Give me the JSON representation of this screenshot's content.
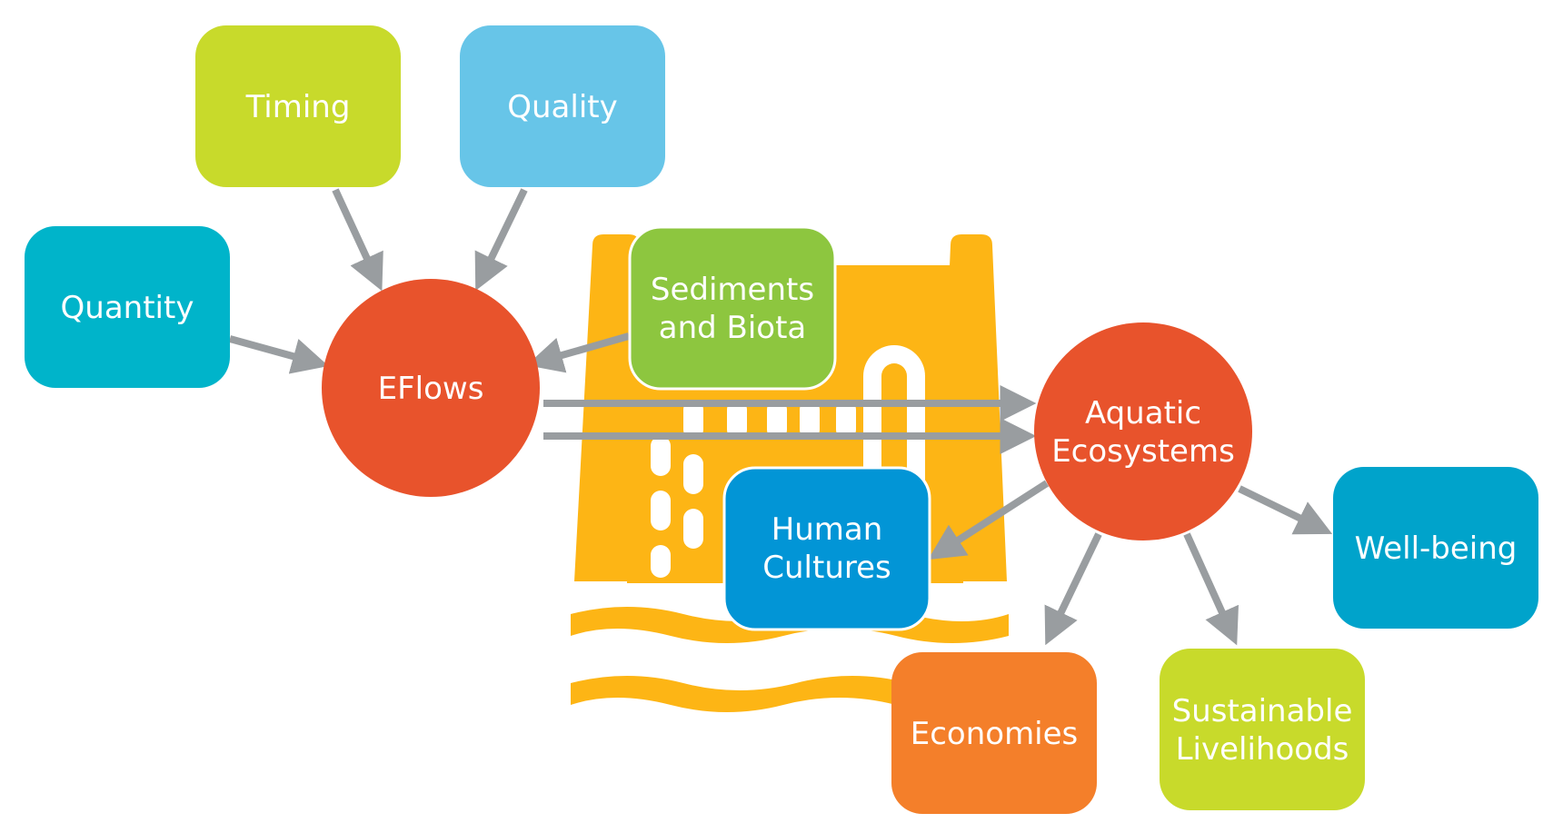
{
  "colors": {
    "quantity": "#00b4ca",
    "timing": "#c8da2b",
    "quality": "#67c5e8",
    "eflows": "#e8532c",
    "sediments": "#8dc63f",
    "aquatic": "#e8532c",
    "human_cultures": "#0295d6",
    "well_being": "#00a3cb",
    "economies": "#f47f2a",
    "livelihoods": "#c8da2b",
    "dam": "#fdb515",
    "arrow": "#999da0"
  },
  "nodes": {
    "quantity": {
      "lines": [
        "Quantity"
      ]
    },
    "timing": {
      "lines": [
        "Timing"
      ]
    },
    "quality": {
      "lines": [
        "Quality"
      ]
    },
    "eflows": {
      "lines": [
        "EFlows"
      ]
    },
    "sediments": {
      "lines": [
        "Sediments",
        "and Biota"
      ]
    },
    "aquatic": {
      "lines": [
        "Aquatic",
        "Ecosystems"
      ]
    },
    "human_cultures": {
      "lines": [
        "Human",
        "Cultures"
      ]
    },
    "well_being": {
      "lines": [
        "Well-being"
      ]
    },
    "economies": {
      "lines": [
        "Economies"
      ]
    },
    "livelihoods": {
      "lines": [
        "Sustainable",
        "Livelihoods"
      ]
    }
  },
  "background_icon": "dam-icon"
}
